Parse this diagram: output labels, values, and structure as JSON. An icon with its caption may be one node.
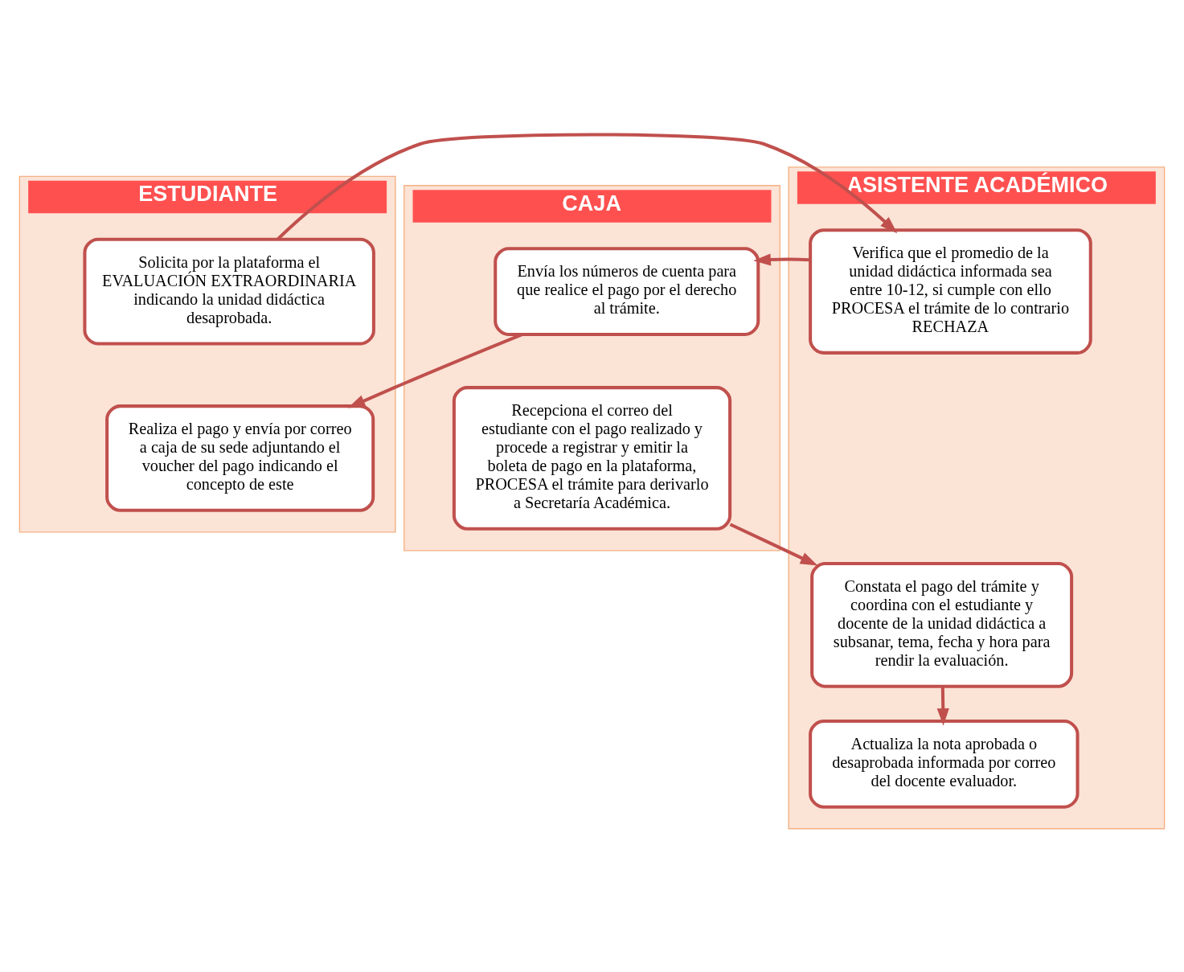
{
  "diagram": {
    "nodes": [
      {
        "text": [
          "ESTUDIANTE"
        ]
      },
      {
        "text": [
          "ASISTENTE ACADÉMICO"
        ]
      },
      {
        "text": [
          "CAJA"
        ]
      },
      {
        "text": [
          "Solicita por la plataforma el EVALUACIÓN EXTRAORDINARIA indicando la unidad didáctica desaprobada."
        ],
        "in": 0
      },
      {
        "text": [
          "Verifica que el promedio de la unidad didáctica informada sea entre 10-12, si cumple con ello PROCESA el trámite de lo contrario RECHAZA"
        ],
        "in": 1
      },
      {
        "text": [
          "Envía los números de cuenta para que realice el pago por el derecho al trámite."
        ],
        "in": 2
      },
      {
        "text": [
          "Realiza el pago y envía por correo a caja de su sede adjuntando el voucher del pago indicando el concepto de este"
        ],
        "in": 0
      },
      {
        "text": [
          "Recepciona el correo del estudiante con el pago realizado y procede a registrar y emitir la boleta de pago en la plataforma, PROCESA el trámite para derivarlo a Secretaría Académica."
        ],
        "in": 2
      },
      {
        "text": [
          "Constata el pago del trámite y coordina con el estudiante y docente de la unidad didáctica a subsanar, tema, fecha y hora para rendir la evaluación."
        ],
        "in": 1
      },
      {
        "text": [
          "Actualiza la nota aprobada o desaprobada informada por correo del docente evaluador."
        ],
        "in": 1
      }
    ],
    "edges": [
      {
        "from": 3,
        "to": 4,
        "arrow": "to"
      },
      {
        "from": 4,
        "to": 5,
        "arrow": "to"
      },
      {
        "from": 5,
        "to": 6,
        "arrow": "to"
      },
      {
        "from": 7,
        "to": 8,
        "arrow": "to"
      },
      {
        "from": 8,
        "to": 9,
        "arrow": "to"
      }
    ]
  }
}
